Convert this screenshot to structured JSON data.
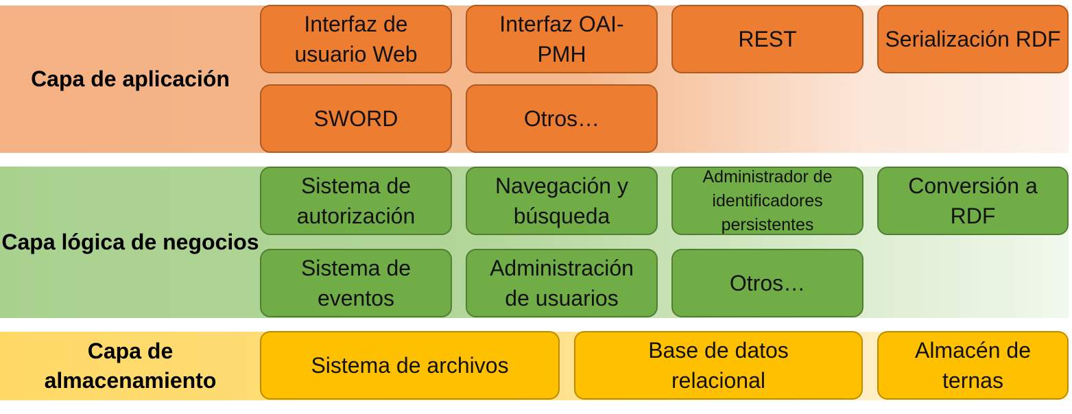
{
  "application_layer": {
    "label": "Capa de aplicación",
    "components": [
      "Interfaz de usuario Web",
      "Interfaz OAI-PMH",
      "REST",
      "Serialización RDF",
      "SWORD",
      "Otros…"
    ],
    "color": "#ed7d31"
  },
  "business_layer": {
    "label": "Capa lógica de negocios",
    "components": [
      "Sistema de autorización",
      "Navegación y búsqueda",
      "Administrador de identificadores persistentes",
      "Conversión a RDF",
      "Sistema de eventos",
      "Administración de usuarios",
      "Otros…"
    ],
    "color": "#70ad47"
  },
  "storage_layer": {
    "label": "Capa de almacenamiento",
    "components": [
      "Sistema de archivos",
      "Base de datos relacional",
      "Almacén de ternas"
    ],
    "color": "#ffc000"
  }
}
